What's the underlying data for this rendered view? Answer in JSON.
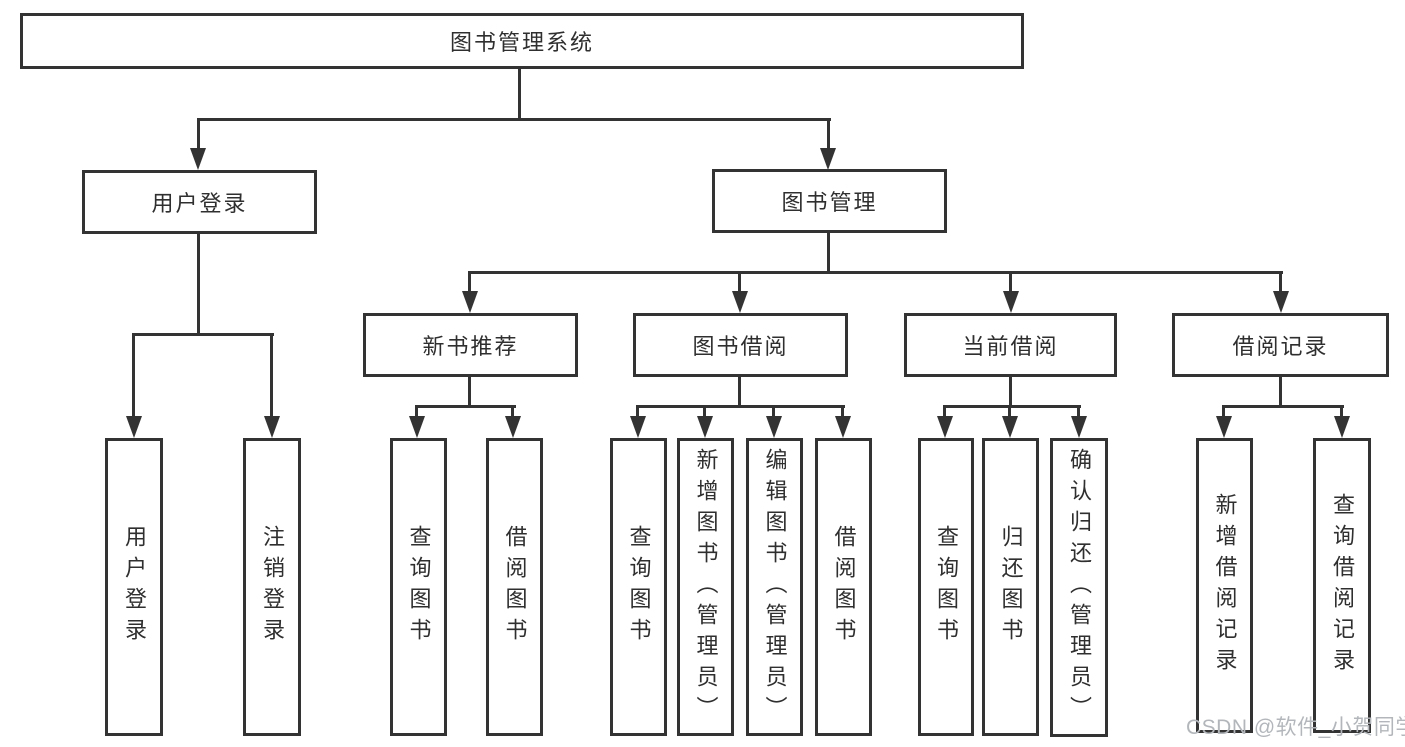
{
  "diagram": {
    "root": {
      "label": "图书管理系统",
      "children": [
        {
          "label": "用户登录",
          "children": [
            {
              "label": "用户登录"
            },
            {
              "label": "注销登录"
            }
          ]
        },
        {
          "label": "图书管理",
          "children": [
            {
              "label": "新书推荐",
              "children": [
                {
                  "label": "查询图书"
                },
                {
                  "label": "借阅图书"
                }
              ]
            },
            {
              "label": "图书借阅",
              "children": [
                {
                  "label": "查询图书"
                },
                {
                  "label": "新增图书（管理员）"
                },
                {
                  "label": "编辑图书（管理员）"
                },
                {
                  "label": "借阅图书"
                }
              ]
            },
            {
              "label": "当前借阅",
              "children": [
                {
                  "label": "查询图书"
                },
                {
                  "label": "归还图书"
                },
                {
                  "label": "确认归还（管理员）"
                }
              ]
            },
            {
              "label": "借阅记录",
              "children": [
                {
                  "label": "新增借阅记录"
                },
                {
                  "label": "查询借阅记录"
                }
              ]
            }
          ]
        }
      ]
    }
  },
  "watermark": {
    "text": "CSDN @软件_小贺同学"
  },
  "colors": {
    "line": "#333333",
    "text": "#2f2f2f",
    "watermark": "#b3b7bb",
    "background": "#ffffff"
  }
}
